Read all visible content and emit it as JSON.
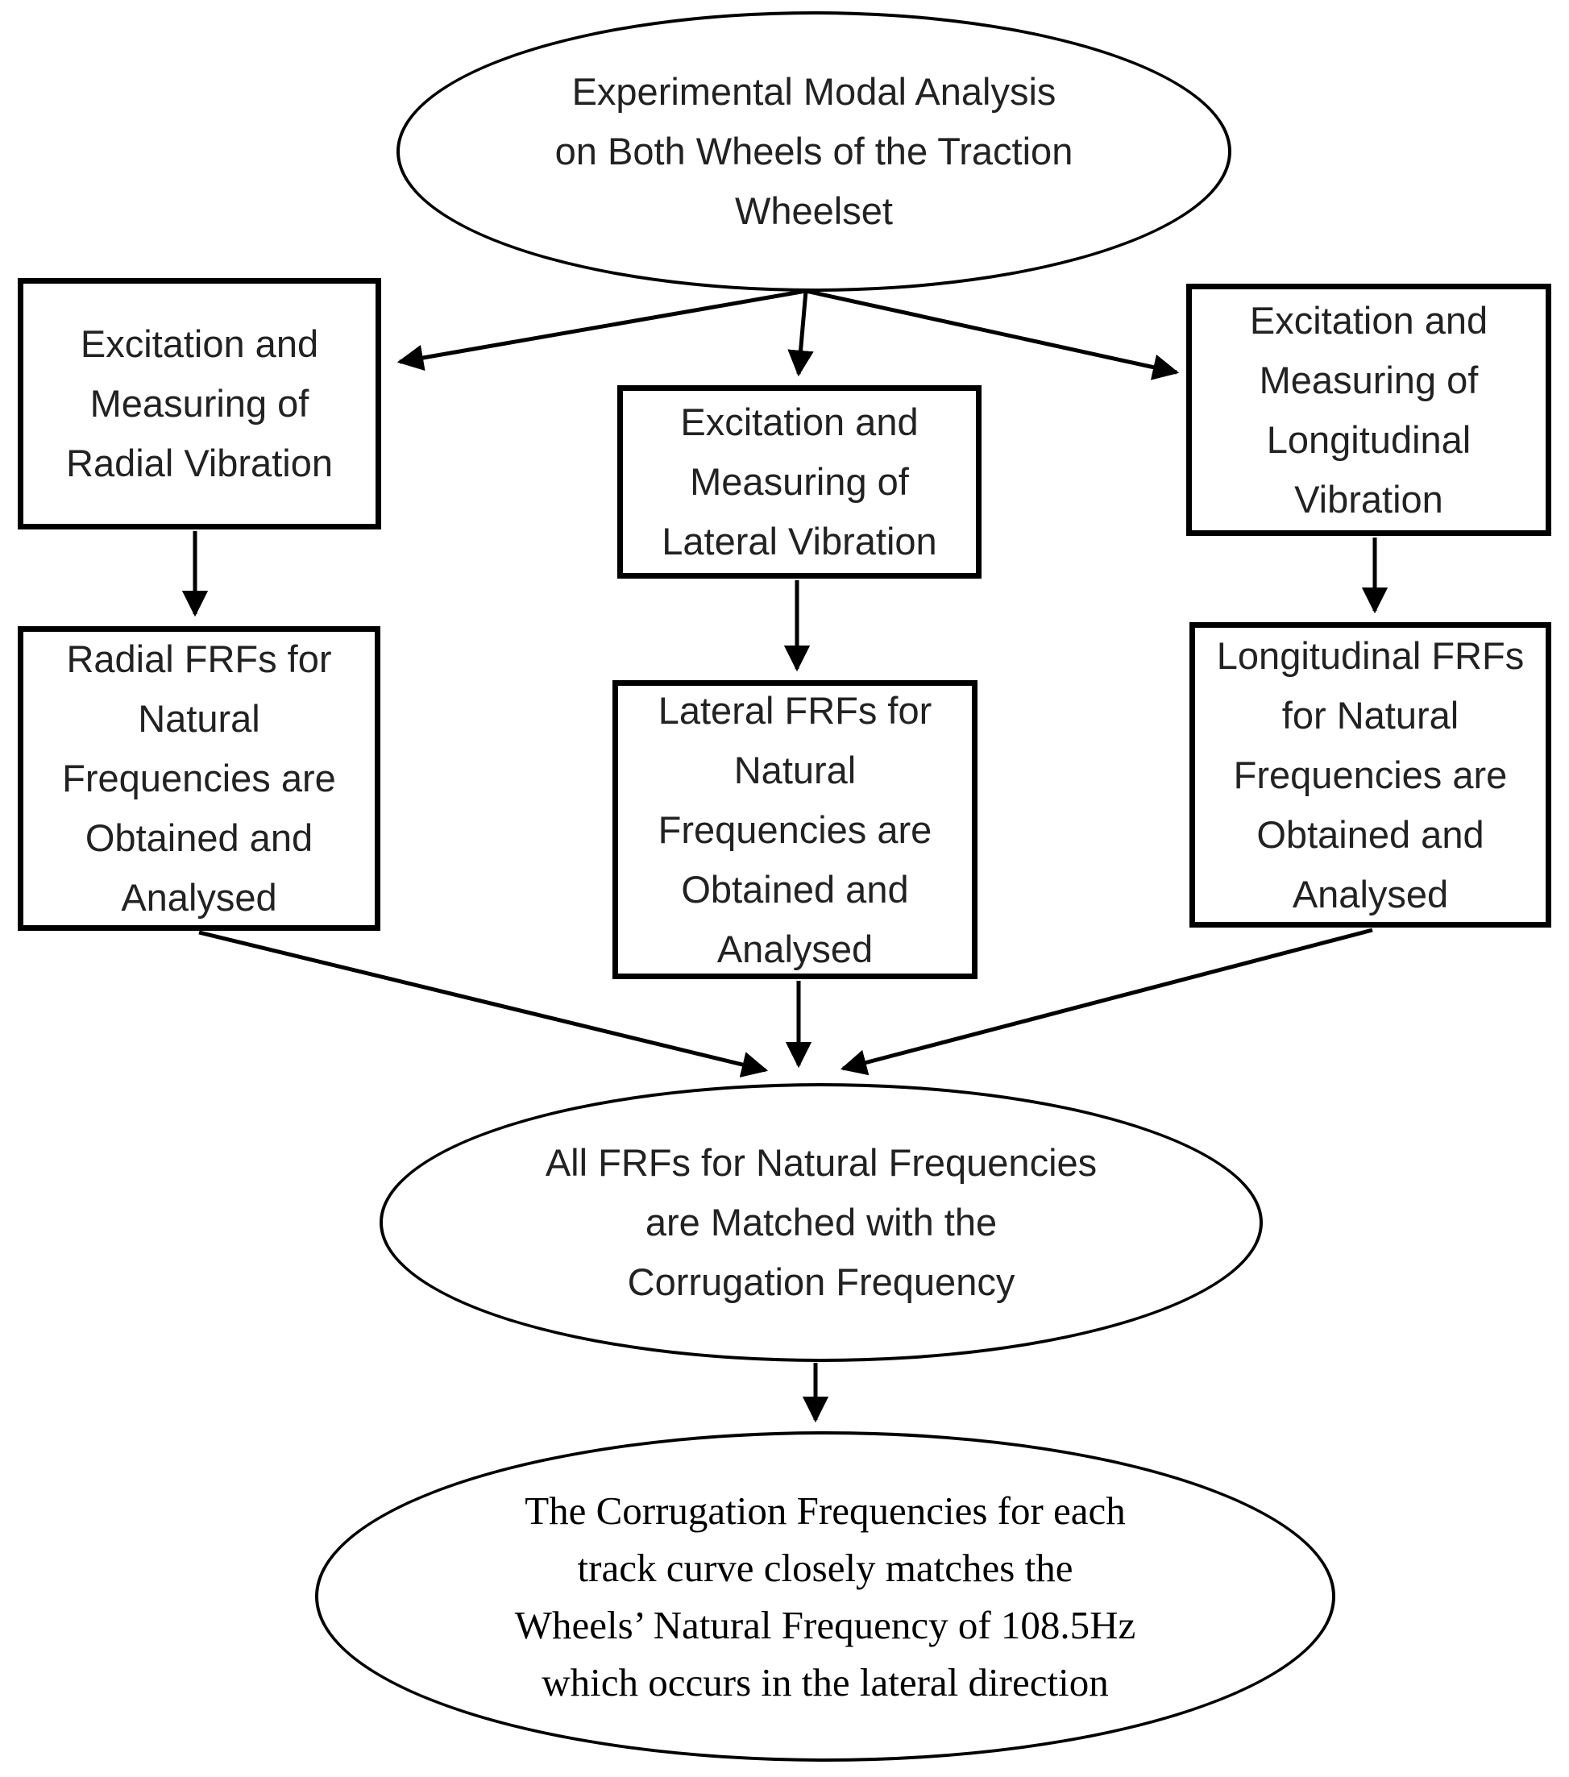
{
  "nodes": {
    "top_ellipse": {
      "lines": [
        "Experimental Modal Analysis",
        "on Both Wheels of the Traction",
        "Wheelset"
      ]
    },
    "box_radial": {
      "lines": [
        "Excitation and",
        "Measuring of",
        "Radial Vibration"
      ]
    },
    "box_lateral": {
      "lines": [
        "Excitation and",
        "Measuring of",
        "Lateral Vibration"
      ]
    },
    "box_longitudinal": {
      "lines": [
        "Excitation and",
        "Measuring of",
        "Longitudinal",
        "Vibration"
      ]
    },
    "frf_radial": {
      "lines": [
        "Radial FRFs for",
        "Natural",
        "Frequencies are",
        "Obtained and",
        "Analysed"
      ]
    },
    "frf_lateral": {
      "lines": [
        "Lateral FRFs for",
        "Natural",
        "Frequencies are",
        "Obtained and",
        "Analysed"
      ]
    },
    "frf_longitudinal": {
      "lines": [
        "Longitudinal FRFs",
        "for Natural",
        "Frequencies are",
        "Obtained and",
        "Analysed"
      ]
    },
    "middle_ellipse": {
      "lines": [
        "All FRFs for Natural Frequencies",
        "are Matched with the",
        "Corrugation Frequency"
      ]
    },
    "bottom_ellipse": {
      "lines": [
        "The Corrugation Frequencies for each",
        "track curve closely matches the",
        "Wheels’ Natural Frequency of 108.5Hz",
        "which occurs in the lateral direction"
      ]
    }
  },
  "edges": [
    {
      "from": "top_ellipse",
      "to": "box_radial"
    },
    {
      "from": "top_ellipse",
      "to": "box_lateral"
    },
    {
      "from": "top_ellipse",
      "to": "box_longitudinal"
    },
    {
      "from": "box_radial",
      "to": "frf_radial"
    },
    {
      "from": "box_lateral",
      "to": "frf_lateral"
    },
    {
      "from": "box_longitudinal",
      "to": "frf_longitudinal"
    },
    {
      "from": "frf_radial",
      "to": "middle_ellipse"
    },
    {
      "from": "frf_lateral",
      "to": "middle_ellipse"
    },
    {
      "from": "frf_longitudinal",
      "to": "middle_ellipse"
    },
    {
      "from": "middle_ellipse",
      "to": "bottom_ellipse"
    }
  ],
  "colors": {
    "stroke": "#000000",
    "background": "#ffffff",
    "sans_text": "#222222",
    "serif_text": "#000000"
  }
}
